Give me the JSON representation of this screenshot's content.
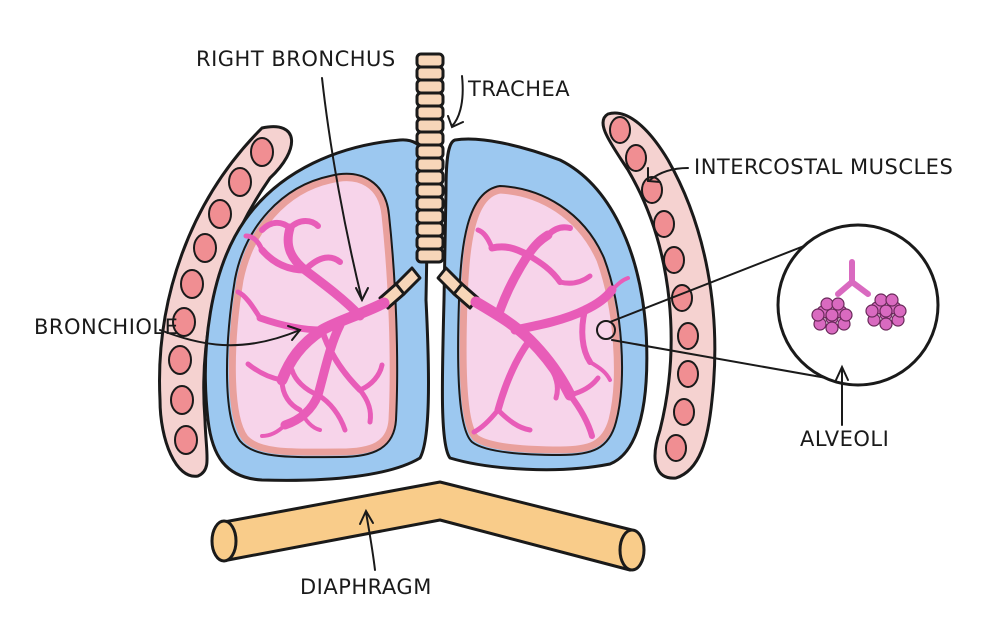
{
  "labels": {
    "right_bronchus": "RIGHT BRONCHUS",
    "trachea": "TRACHEA",
    "intercostal_muscles": "INTERCOSTAL MUSCLES",
    "bronchiole": "BRONCHIOLE",
    "alveoli": "ALVEOLI",
    "diaphragm": "DIAPHRAGM"
  },
  "colors": {
    "pleura": "#9cc8f0",
    "lung": "#f7d4ea",
    "lung_rim": "#e9a09c",
    "bronchi": "#e85cb8",
    "cartilage": "#f7d6b9",
    "muscle_band": "#f5d2d0",
    "muscle_cell": "#f08e92",
    "diaphragm": "#f9cc8a",
    "alveoli": "#d96ac0",
    "outline": "#1a1a1a"
  }
}
